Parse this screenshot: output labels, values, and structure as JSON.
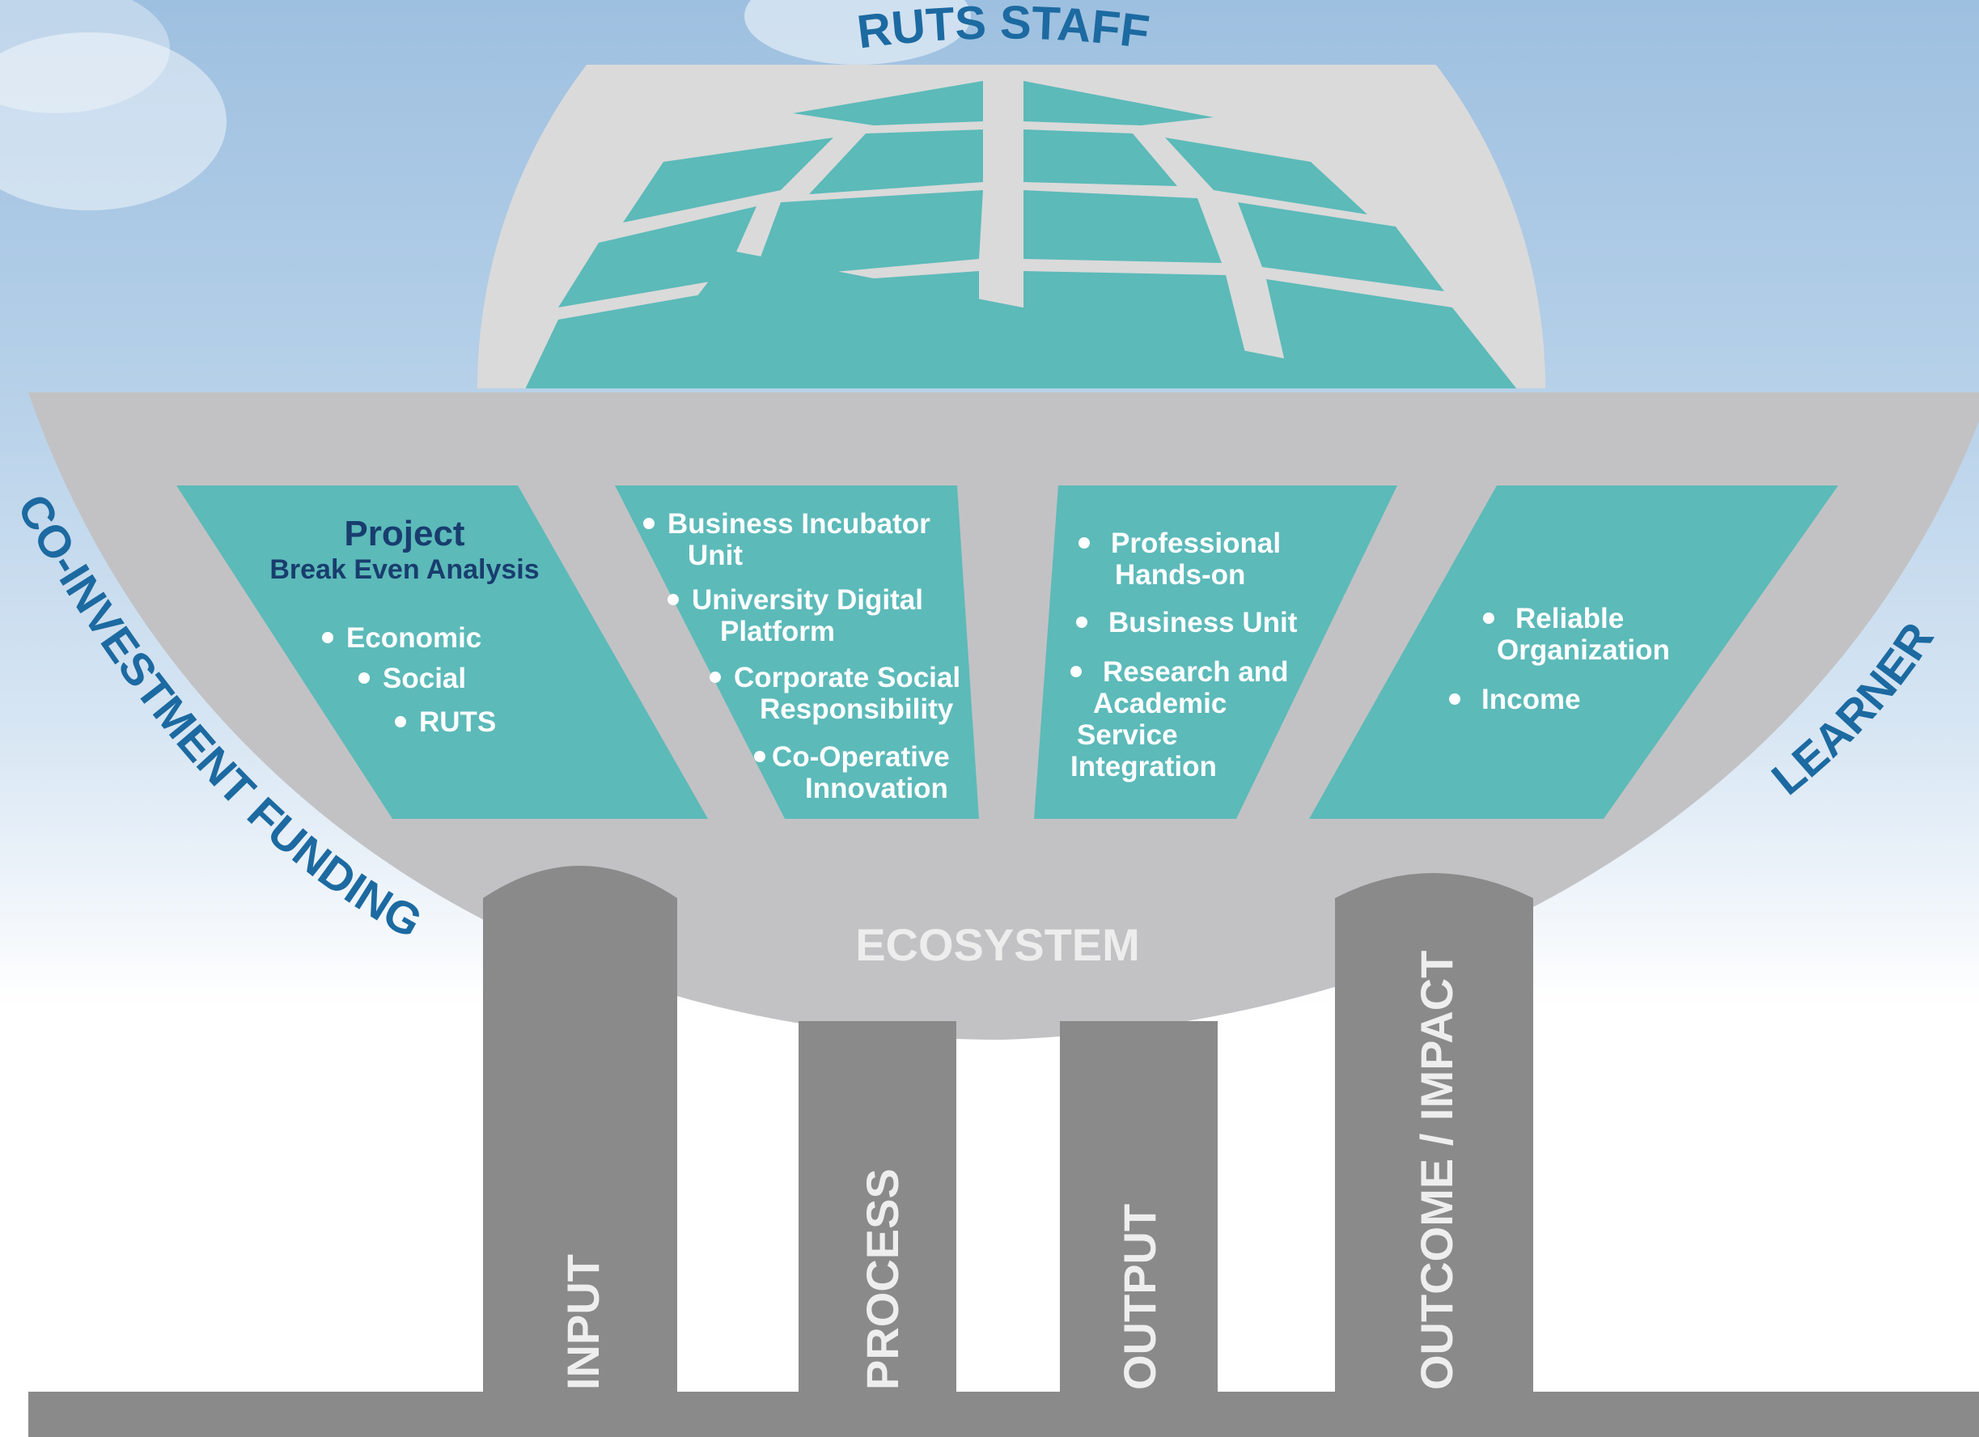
{
  "arc_labels": {
    "top": "RUTS STAFF",
    "left": "CO-INVESTMENT FUNDING",
    "right": "LEARNER"
  },
  "ecosystem_label": "ECOSYSTEM",
  "pillars": [
    "INPUT",
    "PROCESS",
    "OUTPUT",
    "OUTCOME / IMPACT"
  ],
  "panel_1": {
    "title": "Project",
    "subtitle": "Break Even Analysis",
    "items": [
      "Economic",
      "Social",
      "RUTS"
    ]
  },
  "panel_2": {
    "items": [
      {
        "l1": "Business Incubator",
        "l2": "Unit"
      },
      {
        "l1": "University Digital",
        "l2": "Platform"
      },
      {
        "l1": "Corporate Social",
        "l2": "Responsibility"
      },
      {
        "l1": "Co-Operative",
        "l2": "Innovation"
      }
    ]
  },
  "panel_3": {
    "items": [
      {
        "l1": "Professional",
        "l2": "Hands-on"
      },
      {
        "l1": "Business Unit"
      },
      {
        "l1": "Research and",
        "l2": "Academic",
        "l3": "Service",
        "l4": "Integration"
      }
    ]
  },
  "panel_4": {
    "items": [
      {
        "l1": "Reliable",
        "l2": "Organization"
      },
      {
        "l1": "Income"
      }
    ]
  },
  "colors": {
    "teal": "#5cbab9",
    "light_gray": "#c2c2c4",
    "grid_gray": "#dadada",
    "dark_gray": "#8a8a8b",
    "label_blue": "#1c6aa1",
    "project_navy": "#183d6e"
  }
}
